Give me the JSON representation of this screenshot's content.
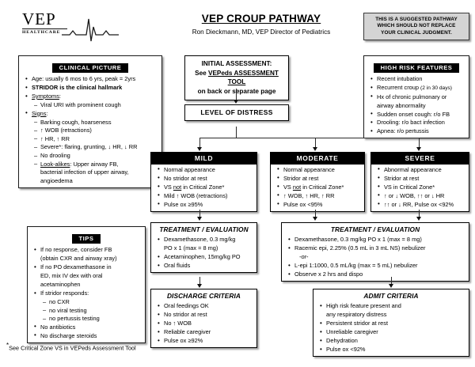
{
  "logo": {
    "name": "VEP",
    "sub": "HEALTHCARE",
    "icon": "ecg-waveform"
  },
  "header": {
    "title": "VEP CROUP PATHWAY",
    "subtitle": "Ron Dieckmann, MD, VEP Director of Pediatrics"
  },
  "disclaimer": {
    "line1": "THIS IS A SUGGESTED PATHWAY",
    "line2": "WHICH SHOULD NOT REPLACE",
    "line3": "YOUR CLINICAL JUDGMENT."
  },
  "clinical_picture": {
    "header": "CLINICAL PICTURE",
    "items": [
      {
        "text": "Age: usually 6 mos to 6 yrs, peak = 2yrs",
        "level": "bullet"
      },
      {
        "text": "STRIDOR is the clinical hallmark",
        "level": "bullet",
        "bold": true
      },
      {
        "text": "Symptoms:",
        "level": "bullet",
        "underline": true
      },
      {
        "text": "Viral URI with prominent cough",
        "level": "sub"
      },
      {
        "text": "Signs:",
        "level": "bullet",
        "underline": true
      },
      {
        "text": "Barking cough, hoarseness",
        "level": "sub"
      },
      {
        "text": "↑ WOB (retractions)",
        "level": "sub"
      },
      {
        "text": "↑ HR, ↑ RR",
        "level": "sub"
      },
      {
        "text": "Severe*: flaring, grunting, ↓ HR, ↓ RR",
        "level": "sub"
      },
      {
        "text": "No drooling",
        "level": "sub"
      },
      {
        "text": "Look-alikes:  Upper airway FB,",
        "level": "sub",
        "underline_prefix": "Look-alikes"
      },
      {
        "text": "bacterial infection of upper airway,",
        "level": "cont2"
      },
      {
        "text": "angioedema",
        "level": "cont2"
      }
    ]
  },
  "tips": {
    "header": "TIPS",
    "items": [
      {
        "text": "If no response, consider FB",
        "level": "bullet"
      },
      {
        "text": "(obtain CXR and airway xray)",
        "level": "cont"
      },
      {
        "text": "If no PO dexamethasone in",
        "level": "bullet"
      },
      {
        "text": "ED, mix IV dex with oral",
        "level": "cont"
      },
      {
        "text": "acetaminophen",
        "level": "cont"
      },
      {
        "text": "If stridor responds:",
        "level": "bullet"
      },
      {
        "text": "no CXR",
        "level": "sub"
      },
      {
        "text": "no viral testing",
        "level": "sub"
      },
      {
        "text": "no pertussis testing",
        "level": "sub"
      },
      {
        "text": "No antibiotics",
        "level": "bullet"
      },
      {
        "text": "No discharge steroids",
        "level": "bullet"
      }
    ]
  },
  "footnote": "See Critical Zone VS in VEPeds Assessment Tool",
  "footnote_marker": "*",
  "high_risk": {
    "header": "HIGH RISK FEATURES",
    "items": [
      {
        "text": "Recent intubation"
      },
      {
        "text": "Recurrent croup ",
        "small_suffix": "(2 in 30 days)"
      },
      {
        "text": "Hx of chronic pulmonary or"
      },
      {
        "text": "airway abnormality",
        "level": "cont"
      },
      {
        "text": "Sudden onset cough: r/o FB"
      },
      {
        "text": "Drooling: r/o bact infection"
      },
      {
        "text": "Apnea: r/o pertussis"
      }
    ]
  },
  "initial_assessment": {
    "line1": "INITIAL ASSESSMENT:",
    "line2_prefix": "See ",
    "line2_underline": "VEPeds ASSESSMENT TOOL",
    "line3": "on back or separate page"
  },
  "level_of_distress": {
    "label": "LEVEL OF DISTRESS"
  },
  "severity": [
    {
      "header": "MILD",
      "items": [
        {
          "text": "Normal appearance"
        },
        {
          "text": "No stridor at rest"
        },
        {
          "text": "VS not in Critical Zone*",
          "underline_word": "not"
        },
        {
          "text": "Mild ↑ WOB (retractions)"
        },
        {
          "text": "Pulse ox  ≥95%"
        }
      ]
    },
    {
      "header": "MODERATE",
      "items": [
        {
          "text": "Normal appearance"
        },
        {
          "text": "Stridor at rest"
        },
        {
          "text": "VS not in Critical Zone*",
          "underline_word": "not"
        },
        {
          "text": "↑ WOB, ↑ HR, ↑ RR"
        },
        {
          "text": "Pulse ox  <95%"
        }
      ]
    },
    {
      "header": "SEVERE",
      "items": [
        {
          "text": " Abnormal appearance"
        },
        {
          "text": "Stridor at rest"
        },
        {
          "text": "VS in Critical Zone*"
        },
        {
          "text": "↑ or ↓ WOB, ↑↑ or ↓ HR"
        },
        {
          "text": "↑↑ or ↓ RR, Pulse ox  <92%"
        }
      ]
    }
  ],
  "mild_treatment": {
    "header": "TREATMENT / EVALUATION",
    "items": [
      {
        "text": "Dexamethasone, 0.3 mg/kg"
      },
      {
        "text": "PO x 1 (max = 8 mg)",
        "level": "cont"
      },
      {
        "text": "Acetaminophen, 15mg/kg PO"
      },
      {
        "text": "Oral fluids"
      }
    ]
  },
  "modsev_treatment": {
    "header": "TREATMENT / EVALUATION",
    "items": [
      {
        "text": "Dexamethasone, 0.3 mg/kg PO x 1 (max = 8 mg)"
      },
      {
        "text": "Racemic epi, 2.25% (0.5 mL in 3 mL NS) nebulizer"
      },
      {
        "text": "-or-",
        "level": "or"
      },
      {
        "text": "L-epi 1:1000, 0.5 mL/kg (max = 5 mL) nebulizer"
      },
      {
        "text": "Observe x 2 hrs and dispo"
      }
    ]
  },
  "discharge": {
    "header": "DISCHARGE CRITERIA",
    "items": [
      {
        "text": "Oral feedings OK"
      },
      {
        "text": "No stridor at rest"
      },
      {
        "text": "No ↑ WOB"
      },
      {
        "text": "Reliable caregiver"
      },
      {
        "text": "Pulse ox  ≥92%"
      }
    ]
  },
  "admit": {
    "header": "ADMIT CRITERIA",
    "items": [
      {
        "text": "High risk feature present and"
      },
      {
        "text": "any respiratory distress",
        "level": "cont"
      },
      {
        "text": "Persistent stridor at rest"
      },
      {
        "text": "Unreliable caregiver"
      },
      {
        "text": "Dehydration"
      },
      {
        "text": "Pulse ox  <92%"
      }
    ]
  },
  "colors": {
    "header_bg": "#000000",
    "header_fg": "#ffffff",
    "disclaimer_bg": "#d4d4d4",
    "line": "#2b2b2b"
  }
}
